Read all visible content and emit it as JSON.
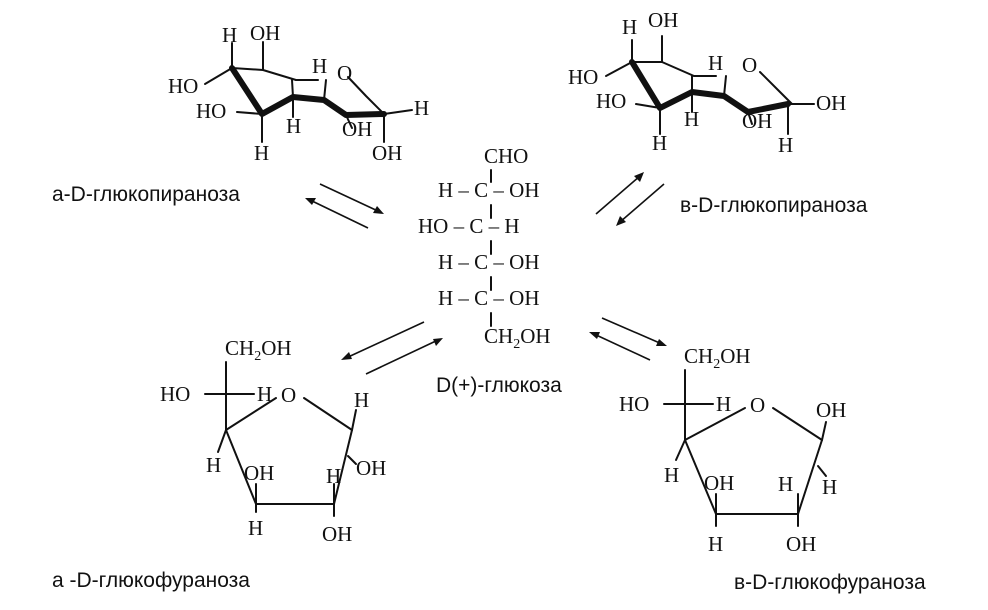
{
  "captions": {
    "alpha_pyranose": "a-D-глюкопираноза",
    "beta_pyranose": "в-D-глюкопираноза",
    "open_chain": "D(+)-глюкоза",
    "alpha_furanose": "а -D-глюкофураноза",
    "beta_furanose": "в-D-глюкофураноза"
  },
  "atoms": {
    "H": "H",
    "OH": "OH",
    "HO": "HO",
    "O": "O",
    "CHO": "CHO",
    "H_C_OH": "H – C – OH",
    "HO_C_H": "HO – C – H",
    "CH2OH_pre": "CH",
    "CH2OH_sub": "2",
    "CH2OH_post": "OH"
  }
}
